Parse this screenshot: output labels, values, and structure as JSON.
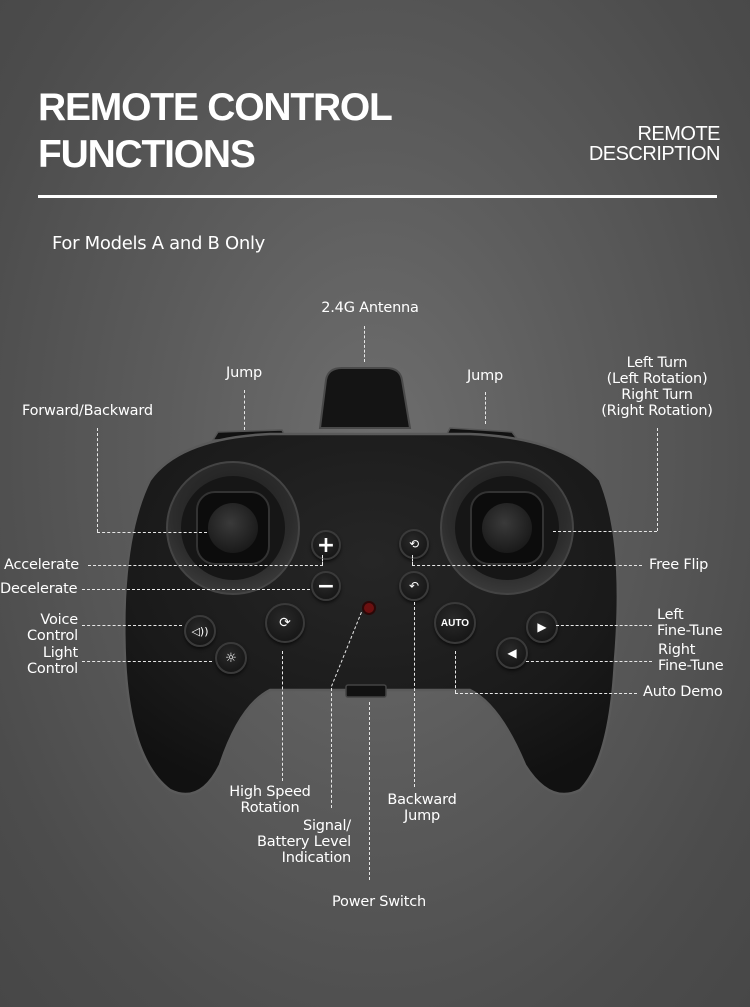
{
  "header": {
    "title_line1": "REMOTE CONTROL",
    "title_line2": "FUNCTIONS",
    "subtitle_line1": "REMOTE",
    "subtitle_line2": "DESCRIPTION",
    "models_note": "For Models A and B Only"
  },
  "labels": {
    "antenna": "2.4G Antenna",
    "jump_left": "Jump",
    "jump_right": "Jump",
    "forward_backward": "Forward/Backward",
    "turn": [
      "Left Turn",
      "(Left Rotation)",
      "Right Turn",
      "(Right Rotation)"
    ],
    "accelerate": "Accelerate",
    "decelerate": "Decelerate",
    "voice_control": [
      "Voice",
      "Control"
    ],
    "light_control": [
      "Light",
      "Control"
    ],
    "free_flip": "Free Flip",
    "left_fine_tune": [
      "Left",
      "Fine-Tune"
    ],
    "right_fine_tune": [
      "Right",
      "Fine-Tune"
    ],
    "auto_demo": "Auto Demo",
    "high_speed_rotation": [
      "High Speed",
      "Rotation"
    ],
    "signal_battery": [
      "Signal/",
      "Battery Level",
      "Indication"
    ],
    "backward_jump": [
      "Backward",
      "Jump"
    ],
    "power_switch": "Power Switch"
  },
  "buttons": {
    "auto": "AUTO",
    "plus": "+",
    "minus": "−",
    "right_arrow": "▶",
    "left_arrow": "◀"
  },
  "colors": {
    "background": "#5c5c5c",
    "controller_body": "#1c1c1c",
    "text": "#ffffff",
    "led": "#6b1010"
  }
}
